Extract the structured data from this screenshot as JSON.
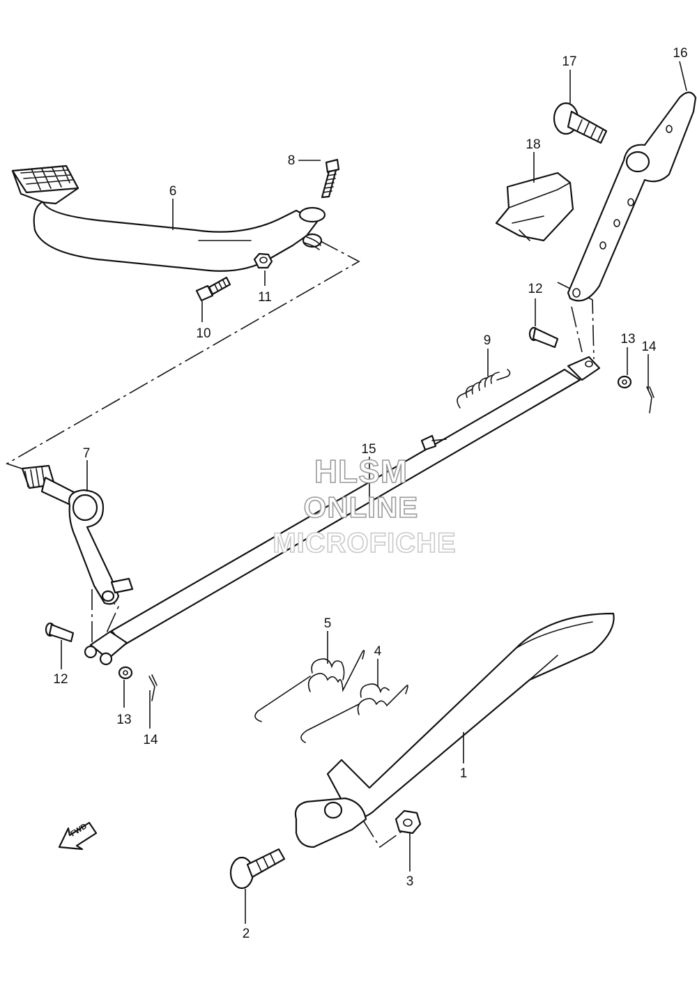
{
  "callouts": {
    "c1": "1",
    "c2": "2",
    "c3": "3",
    "c4": "4",
    "c5": "5",
    "c6": "6",
    "c7": "7",
    "c8": "8",
    "c9": "9",
    "c10": "10",
    "c11": "11",
    "c12a": "12",
    "c12b": "12",
    "c13a": "13",
    "c13b": "13",
    "c14a": "14",
    "c14b": "14",
    "c15": "15",
    "c16": "16",
    "c17": "17",
    "c18": "18"
  },
  "watermark": {
    "line1": "HLSM",
    "line2": "ONLINE",
    "line3": "MICROFICHE"
  },
  "fwd_label": "FWD"
}
